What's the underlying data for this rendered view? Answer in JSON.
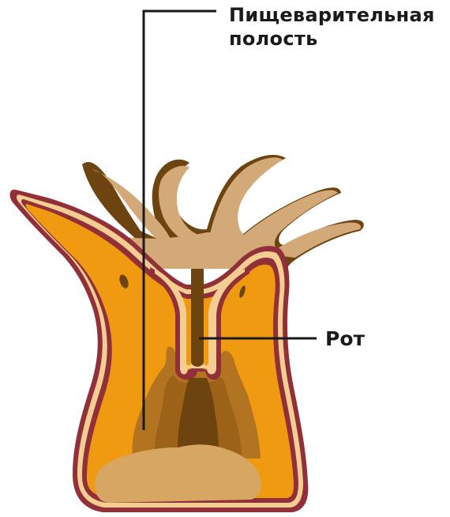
{
  "labels": {
    "cavity_line1": "Пищеварительная",
    "cavity_line2": "полость",
    "mouth": "Рот"
  },
  "colors": {
    "body_fill": "#f09a12",
    "rim_light": "#f3cd92",
    "rim_line": "#92303a",
    "tentacle_light": "#d2a977",
    "tentacle_dark": "#6d4310",
    "cavity_dark": "#6d4310",
    "cavity_mid": "#9c6218",
    "cavity_outer": "#b27420",
    "base_disc": "#d7a663",
    "leader_line": "#1a1a1a"
  }
}
